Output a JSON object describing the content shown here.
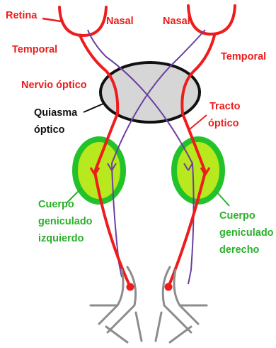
{
  "labels": {
    "retina": "Retina",
    "nasal_left": "Nasal",
    "nasal_right": "Nasal",
    "temporal_left": "Temporal",
    "temporal_right": "Temporal",
    "optic_nerve": "Nervio óptico",
    "chiasm_line1": "Quiasma",
    "chiasm_line2": "óptico",
    "tract_line1": "Tracto",
    "tract_line2": "óptico",
    "lgn_left_line1": "Cuerpo",
    "lgn_left_line2": "geniculado",
    "lgn_left_line3": "izquierdo",
    "lgn_right_line1": "Cuerpo",
    "lgn_right_line2": "geniculado",
    "lgn_right_line3": "derecho"
  },
  "colors": {
    "temporal_fiber": "#ee1c1c",
    "nasal_fiber": "#6a3fa0",
    "chiasm_fill": "#d6d6d6",
    "nucleus_outer": "#22c22a",
    "nucleus_inner": "#b8e81e",
    "label_red": "#ee1c1c",
    "label_green": "#2bb02b",
    "cortex": "#8c8c8c"
  }
}
